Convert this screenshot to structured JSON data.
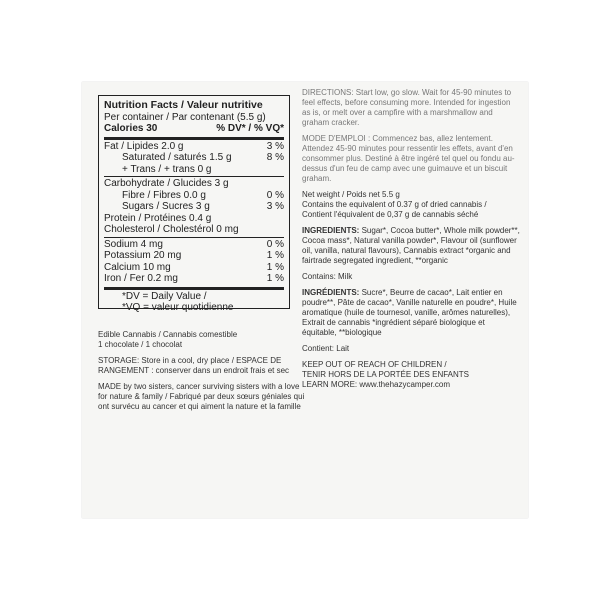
{
  "nutrition": {
    "title": "Nutrition Facts / Valeur nutritive",
    "serving": "Per container / Par contenant (5.5 g)",
    "calories_label": "Calories 30",
    "dv_header": "% DV* / % VQ*",
    "rows": [
      {
        "label": "Fat / Lipides 2.0 g",
        "dv": "3 %",
        "style": "normal"
      },
      {
        "label": "Saturated / saturés 1.5 g",
        "dv": "8 %",
        "style": "indent"
      },
      {
        "label": "+ Trans / + trans 0 g",
        "dv": "",
        "style": "indent"
      },
      {
        "label": "Carbohydrate / Glucides 3 g",
        "dv": "",
        "style": "normal"
      },
      {
        "label": "Fibre / Fibres 0.0 g",
        "dv": "0 %",
        "style": "indent"
      },
      {
        "label": "Sugars / Sucres 3 g",
        "dv": "3 %",
        "style": "indent"
      },
      {
        "label": "Protein / Protéines 0.4 g",
        "dv": "",
        "style": "normal"
      },
      {
        "label": "Cholesterol / Cholestérol 0 mg",
        "dv": "",
        "style": "normal"
      },
      {
        "label": "Sodium 4 mg",
        "dv": "0 %",
        "style": "normal"
      },
      {
        "label": "Potassium 20 mg",
        "dv": "1 %",
        "style": "normal"
      },
      {
        "label": "Calcium 10 mg",
        "dv": "1 %",
        "style": "normal"
      },
      {
        "label": "Iron / Fer 0.2 mg",
        "dv": "1 %",
        "style": "normal"
      }
    ],
    "footnote_1": "*DV = Daily Value /",
    "footnote_2": "*VQ = valeur quotidienne"
  },
  "left": {
    "product_line1": "Edible Cannabis / Cannabis comestible",
    "product_line2": "1 chocolate / 1 chocolat",
    "storage_line1": "STORAGE: Store in a cool, dry place / ESPACE DE",
    "storage_line2": "RANGEMENT : conserver dans un endroit frais et sec",
    "made_line1": "MADE by two sisters, cancer surviving sisters with a love",
    "made_line2": "for nature & family / Fabriqué par deux sœurs géniales qui",
    "made_line3": "ont survécu au cancer et qui aiment la nature et la famille"
  },
  "right": {
    "directions_en": "DIRECTIONS: Start low, go slow. Wait for 45-90 minutes to feel effects, before consuming more. Intended for ingestion as is, or melt over a campfire with a marshmallow and graham cracker.",
    "directions_fr": "MODE D'EMPLOI : Commencez bas, allez lentement. Attendez 45-90 minutes pour ressentir les effets, avant d'en consommer plus. Destiné à être ingéré tel quel ou fondu au-dessus d'un feu de camp avec une guimauve et un biscuit graham.",
    "net_weight": "Net weight / Poids net 5.5 g",
    "equiv_en": "Contains the equivalent of 0.37 g of dried cannabis /",
    "equiv_fr": "Contient l'équivalent de 0,37 g de cannabis séché",
    "ingredients_en_label": "INGREDIENTS:",
    "ingredients_en": "Sugar*, Cocoa butter*, Whole milk powder**, Cocoa mass*, Natural vanilla powder*, Flavour oil (sunflower oil, vanilla, natural flavours), Cannabis extract *organic and fairtrade segregated ingredient, **organic",
    "contains_en": "Contains: Milk",
    "ingredients_fr_label": "INGRÉDIENTS:",
    "ingredients_fr": "Sucre*, Beurre de cacao*, Lait entier en poudre**, Pâte de cacao*, Vanille naturelle en poudre*, Huile aromatique (huile de tournesol, vanille, arômes naturelles), Extrait de cannabis *ingrédient séparé biologique et équitable, **biologique",
    "contains_fr": "Contient: Lait",
    "warning_1": "KEEP OUT OF REACH OF CHILDREN /",
    "warning_2": "TENIR HORS DE LA PORTÉE DES ENFANTS",
    "learn_more": "LEARN MORE: www.thehazycamper.com"
  }
}
